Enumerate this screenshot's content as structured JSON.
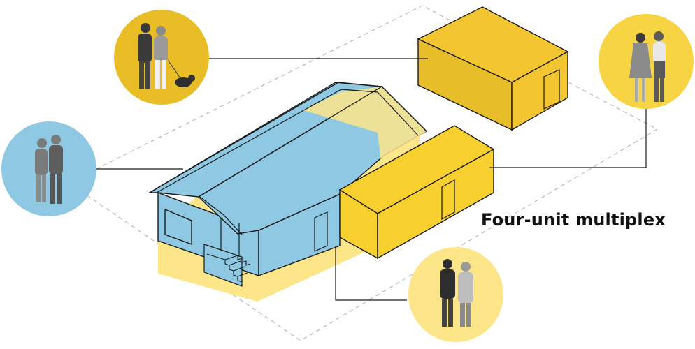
{
  "diagram": {
    "caption": "Four-unit multiplex",
    "units": [
      {
        "name": "main-house-unit",
        "fill": "#8ec8e2"
      },
      {
        "name": "basement-unit",
        "fill": "#fde58a"
      },
      {
        "name": "rear-detached-unit",
        "fill": "#f2c531"
      },
      {
        "name": "garden-suite-unit",
        "fill": "#f7cf2f"
      }
    ],
    "residents": [
      {
        "name": "senior-couple",
        "circle_fill": "#8ec8e2",
        "icon": "people-icon"
      },
      {
        "name": "couple-with-dog",
        "circle_fill": "#e9bd26",
        "icon": "people-with-dog-icon"
      },
      {
        "name": "two-women",
        "circle_fill": "#f7d443",
        "icon": "people-icon"
      },
      {
        "name": "young-couple",
        "circle_fill": "#fde58a",
        "icon": "people-icon"
      }
    ],
    "colors": {
      "outline": "#1a1a1a",
      "lot_dash": "#b8b8b8",
      "blue": "#8ec8e2",
      "yellow": "#f7cf2f",
      "pale_yellow": "#fde58a"
    }
  }
}
